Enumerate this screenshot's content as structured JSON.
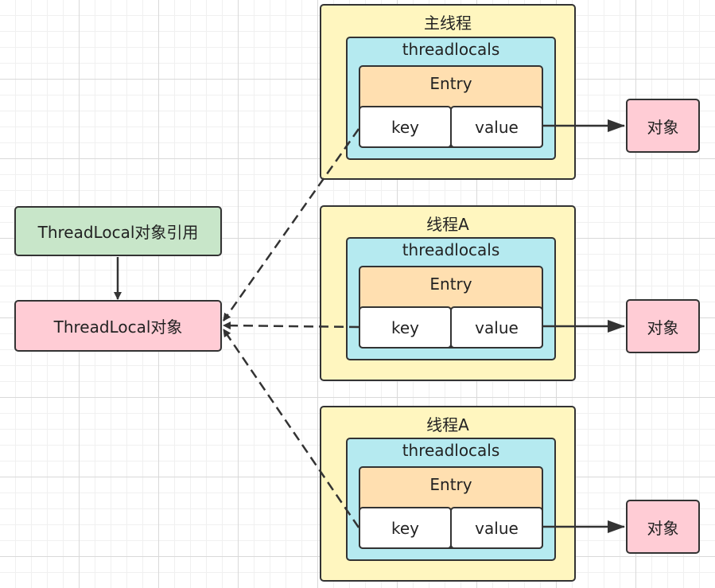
{
  "reference_label": "ThreadLocal对象引用",
  "threadlocal_label": "ThreadLocal对象",
  "threads": [
    {
      "title": "主线程",
      "container": "threadlocals",
      "entry": "Entry",
      "key": "key",
      "value": "value",
      "object": "对象"
    },
    {
      "title": "线程A",
      "container": "threadlocals",
      "entry": "Entry",
      "key": "key",
      "value": "value",
      "object": "对象"
    },
    {
      "title": "线程A",
      "container": "threadlocals",
      "entry": "Entry",
      "key": "key",
      "value": "value",
      "object": "对象"
    }
  ],
  "colors": {
    "thread_fill": "#fff6bf",
    "threadlocals_fill": "#b5eaf0",
    "entry_fill": "#ffdfb0",
    "object_fill": "#ffccd5",
    "reference_fill": "#c8e6c9",
    "stroke": "#333333"
  }
}
